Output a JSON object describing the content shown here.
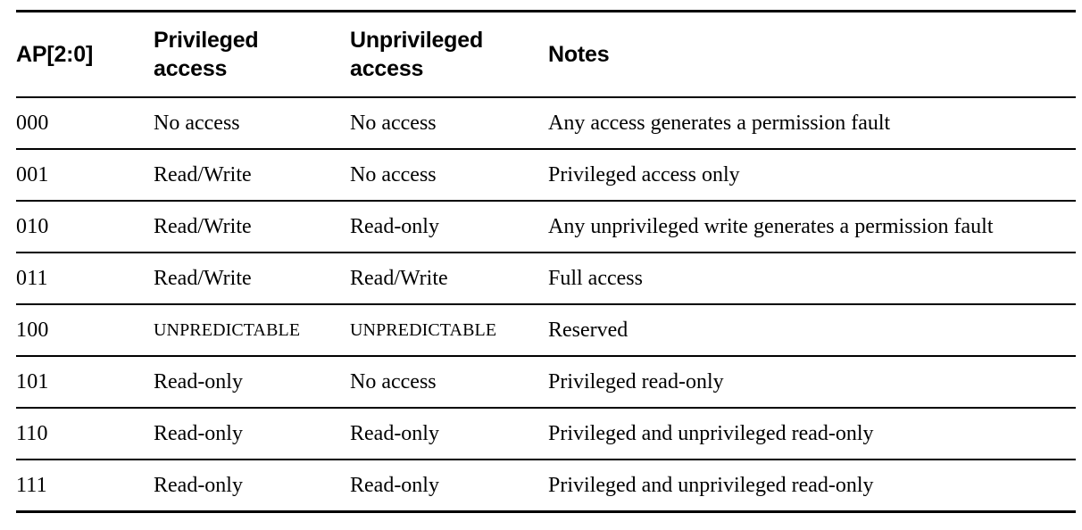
{
  "table": {
    "caption_visible": false,
    "columns": [
      {
        "key": "ap",
        "label": "AP[2:0]"
      },
      {
        "key": "priv",
        "label": "Privileged access"
      },
      {
        "key": "unpriv",
        "label": "Unprivileged access"
      },
      {
        "key": "notes",
        "label": "Notes"
      }
    ],
    "rows": [
      {
        "ap": "000",
        "priv": "No access",
        "unpriv": "No access",
        "notes": "Any access generates a permission fault"
      },
      {
        "ap": "001",
        "priv": "Read/Write",
        "unpriv": "No access",
        "notes": "Privileged access only"
      },
      {
        "ap": "010",
        "priv": "Read/Write",
        "unpriv": "Read-only",
        "notes": "Any unprivileged write generates a permission fault"
      },
      {
        "ap": "011",
        "priv": "Read/Write",
        "unpriv": "Read/Write",
        "notes": "Full access"
      },
      {
        "ap": "100",
        "priv": "UNPREDICTABLE",
        "unpriv": "UNPREDICTABLE",
        "notes": "Reserved"
      },
      {
        "ap": "101",
        "priv": "Read-only",
        "unpriv": "No access",
        "notes": "Privileged read-only"
      },
      {
        "ap": "110",
        "priv": "Read-only",
        "unpriv": "Read-only",
        "notes": "Privileged and unprivileged read-only"
      },
      {
        "ap": "111",
        "priv": "Read-only",
        "unpriv": "Read-only",
        "notes": "Privileged and unprivileged read-only"
      }
    ]
  },
  "colors": {
    "page_background": "#ffffff",
    "text": "#000000",
    "rule": "#000000"
  }
}
